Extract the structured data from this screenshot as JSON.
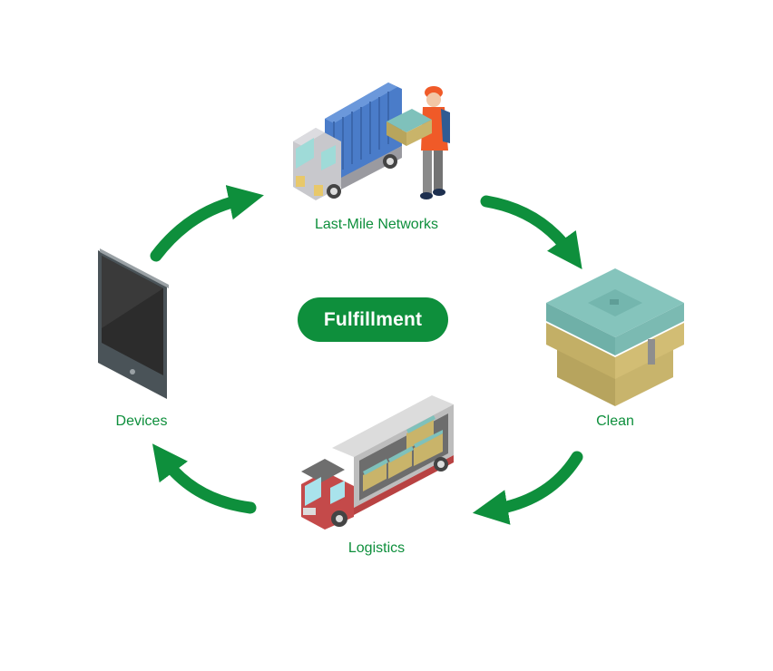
{
  "center": {
    "label": "Fulfillment",
    "color": "#0e8f3c"
  },
  "nodes": [
    {
      "id": "last-mile",
      "label": "Last-Mile Networks",
      "icon": "delivery-truck-courier-icon"
    },
    {
      "id": "clean",
      "label": "Clean",
      "icon": "reusable-container-icon"
    },
    {
      "id": "logistics",
      "label": "Logistics",
      "icon": "cargo-truck-icon"
    },
    {
      "id": "devices",
      "label": "Devices",
      "icon": "tablet-device-icon"
    }
  ],
  "arrows": [
    {
      "from": "devices",
      "to": "last-mile",
      "direction": "clockwise"
    },
    {
      "from": "last-mile",
      "to": "clean",
      "direction": "clockwise"
    },
    {
      "from": "clean",
      "to": "logistics",
      "direction": "clockwise"
    },
    {
      "from": "logistics",
      "to": "devices",
      "direction": "clockwise"
    }
  ],
  "colors": {
    "accent": "#0e8f3c",
    "background": "#ffffff"
  }
}
